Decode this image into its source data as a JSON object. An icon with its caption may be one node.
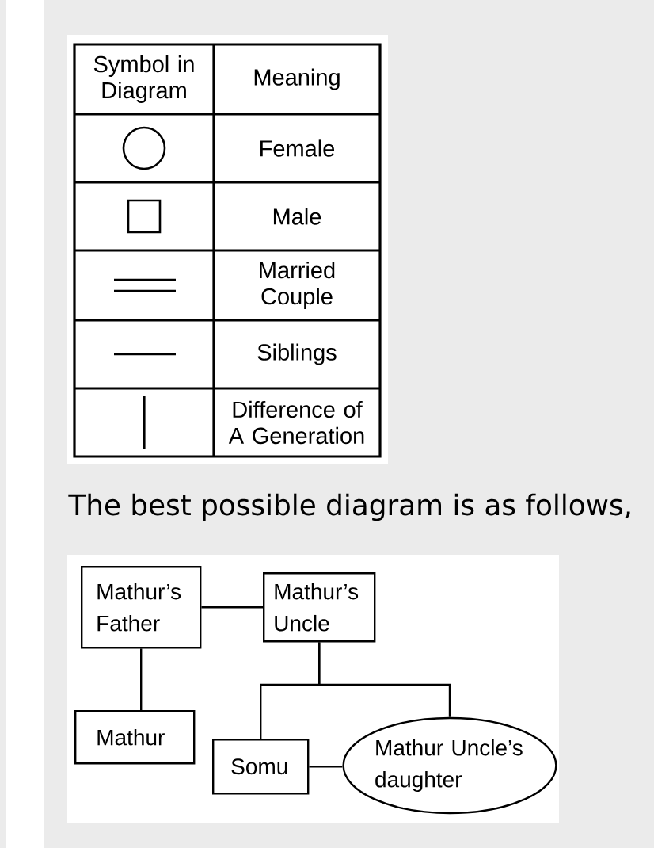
{
  "diagram": {
    "nodes": [
      {
        "text": [
          "Mathur’s Father"
        ]
      },
      {
        "text": [
          "Mathur’s Uncle"
        ]
      },
      {
        "text": [
          "Mathur"
        ]
      },
      {
        "text": [
          "Somu"
        ]
      },
      {
        "text": [
          "Mathur Uncle’s daughter"
        ]
      }
    ],
    "edges": [
      {
        "from": 0,
        "to": 1,
        "arrow": "none"
      },
      {
        "from": 0,
        "to": 2,
        "arrow": "none"
      },
      {
        "from": 1,
        "to": 3,
        "arrow": "none"
      },
      {
        "from": 1,
        "to": 4,
        "arrow": "none"
      },
      {
        "from": 3,
        "to": 4,
        "arrow": "none"
      }
    ],
    "labels": [
      "Symbol in Diagram",
      "Meaning",
      "The best possible diagram is as follows,"
    ],
    "legend": [
      {
        "text": "Female"
      },
      {
        "text": "Male"
      },
      {
        "text": "Married Couple"
      },
      {
        "text": "Siblings"
      },
      {
        "text": "Difference of A Generation"
      }
    ]
  }
}
